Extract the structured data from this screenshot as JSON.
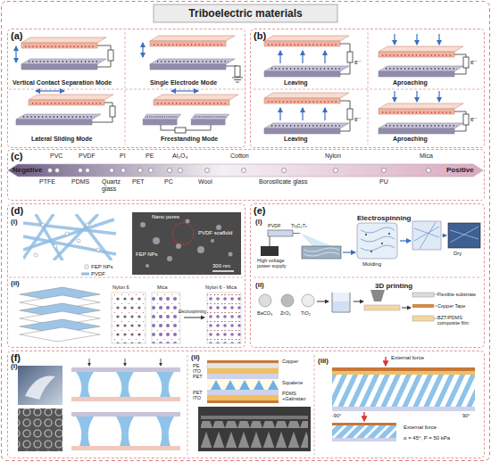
{
  "diagram": {
    "title": "Triboelectric materials",
    "nodes": [
      {
        "text": [
          "(a)"
        ]
      },
      {
        "text": [
          "(b)"
        ]
      },
      {
        "text": [
          "(c)"
        ]
      },
      {
        "text": [
          "(d)"
        ]
      },
      {
        "text": [
          "(e)"
        ]
      },
      {
        "text": [
          "(f)"
        ]
      }
    ],
    "labels": [
      "Vertical Contact Separation Mode",
      "Single Electrode Mode",
      "Lateral Sliding Mode",
      "Freestanding Mode",
      "Leaving",
      "Aproaching",
      "Leaving",
      "Aproaching",
      "e⁻",
      "e⁻",
      "e⁻",
      "e⁻",
      "Negative",
      "Positive",
      "PVC",
      "PVDF",
      "PI",
      "PE",
      "Al₂O₃",
      "Cotton",
      "Nylon",
      "Mica",
      "PTFE",
      "PDMS",
      "Quartz glass",
      "PET",
      "PC",
      "Wool",
      "Borosilicate glass",
      "PU",
      "(i)",
      "FEP NPs",
      "PVDF",
      "Nano pores",
      "PVDF scaffold",
      "FEP NPs",
      "300 nm",
      "(ii)",
      "Nylon 6",
      "Mica",
      "Electrospinning",
      "Nylon 6 - Mica",
      "(i)",
      "Electrospinning",
      "PVDF",
      "Ti₃C₂Tₓ",
      "High voltage power supply",
      "Molding",
      "Dry",
      "(ii)",
      "3D printing",
      "BaCO₃",
      "ZrO₂",
      "TiO₂",
      "Flexible substrate",
      "Copper Tape",
      "BZT/PDMS composite film",
      "(i)",
      "(ii)",
      "PE",
      "ITO",
      "PET",
      "PET",
      "ITO",
      "Copper",
      "Squalene",
      "PDMS +Galinstan",
      "(iii)",
      "External force",
      "-90°",
      "90°",
      "External force",
      "α = 45°, P = 50 kPa"
    ]
  }
}
